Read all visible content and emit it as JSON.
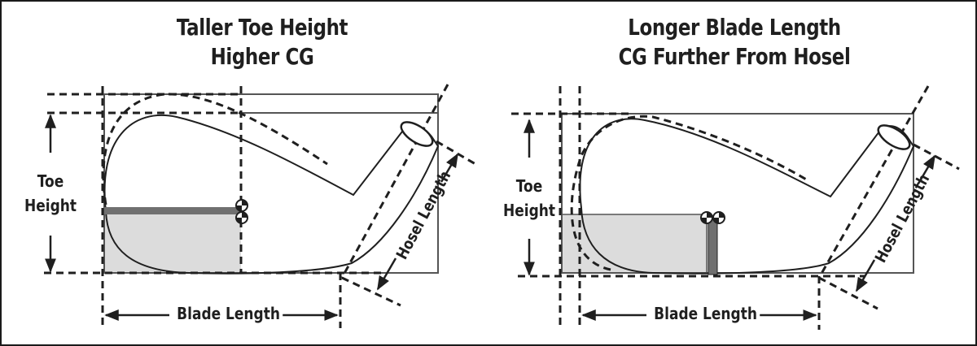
{
  "left_panel": {
    "title_line1": "Taller Toe Height",
    "title_line2": "Higher CG",
    "toe_label_line1": "Toe",
    "toe_label_line2": "Height",
    "blade_label": "Blade Length",
    "hosel_label": "Hosel Length"
  },
  "right_panel": {
    "title_line1": "Longer Blade Length",
    "title_line2": "CG Further From Hosel",
    "toe_label_line1": "Toe",
    "toe_label_line2": "Height",
    "blade_label": "Blade Length",
    "hosel_label": "Hosel Length"
  },
  "colors": {
    "ink": "#1f1f1f",
    "cg_bar": "#707070",
    "cg_fill": "#dcdcdc",
    "box_line": "#555555"
  }
}
